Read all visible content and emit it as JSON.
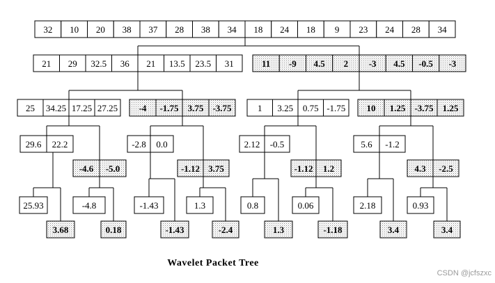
{
  "caption": "Wavelet Packet Tree",
  "watermark": "CSDN @jcfszxc",
  "nodes": [
    {
      "id": "root",
      "shaded": false,
      "values": [
        "32",
        "10",
        "20",
        "38",
        "37",
        "28",
        "38",
        "34",
        "18",
        "24",
        "18",
        "9",
        "23",
        "24",
        "28",
        "34"
      ]
    },
    {
      "id": "L1a",
      "shaded": false,
      "values": [
        "21",
        "29",
        "32.5",
        "36",
        "21",
        "13.5",
        "23.5",
        "31"
      ]
    },
    {
      "id": "L1d",
      "shaded": true,
      "values": [
        "11",
        "-9",
        "4.5",
        "2",
        "-3",
        "4.5",
        "-0.5",
        "-3"
      ]
    },
    {
      "id": "L2aa",
      "shaded": false,
      "values": [
        "25",
        "34.25",
        "17.25",
        "27.25"
      ]
    },
    {
      "id": "L2ad",
      "shaded": true,
      "values": [
        "-4",
        "-1.75",
        "3.75",
        "-3.75"
      ]
    },
    {
      "id": "L2da",
      "shaded": false,
      "values": [
        "1",
        "3.25",
        "0.75",
        "-1.75"
      ]
    },
    {
      "id": "L2dd",
      "shaded": true,
      "values": [
        "10",
        "1.25",
        "-3.75",
        "1.25"
      ]
    },
    {
      "id": "L3a1",
      "shaded": false,
      "values": [
        "29.6",
        "22.2"
      ]
    },
    {
      "id": "L3d1",
      "shaded": true,
      "values": [
        "-4.6",
        "-5.0"
      ]
    },
    {
      "id": "L3a2",
      "shaded": false,
      "values": [
        "-2.8",
        "0.0"
      ]
    },
    {
      "id": "L3d2",
      "shaded": true,
      "values": [
        "-1.12",
        "3.75"
      ]
    },
    {
      "id": "L3a3",
      "shaded": false,
      "values": [
        "2.12",
        "-0.5"
      ]
    },
    {
      "id": "L3d3",
      "shaded": true,
      "values": [
        "-1.12",
        "1.2"
      ]
    },
    {
      "id": "L3a4",
      "shaded": false,
      "values": [
        "5.6",
        "-1.2"
      ]
    },
    {
      "id": "L3d4",
      "shaded": true,
      "values": [
        "4.3",
        "-2.5"
      ]
    },
    {
      "id": "L4a1",
      "shaded": false,
      "values": [
        "25.93"
      ]
    },
    {
      "id": "L4a2",
      "shaded": false,
      "values": [
        "-4.8"
      ]
    },
    {
      "id": "L4a3",
      "shaded": false,
      "values": [
        "-1.43"
      ]
    },
    {
      "id": "L4a4",
      "shaded": false,
      "values": [
        "1.3"
      ]
    },
    {
      "id": "L4a5",
      "shaded": false,
      "values": [
        "0.8"
      ]
    },
    {
      "id": "L4a6",
      "shaded": false,
      "values": [
        "0.06"
      ]
    },
    {
      "id": "L4a7",
      "shaded": false,
      "values": [
        "2.18"
      ]
    },
    {
      "id": "L4a8",
      "shaded": false,
      "values": [
        "0.93"
      ]
    },
    {
      "id": "L4d1",
      "shaded": true,
      "values": [
        "3.68"
      ]
    },
    {
      "id": "L4d2",
      "shaded": true,
      "values": [
        "0.18"
      ]
    },
    {
      "id": "L4d3",
      "shaded": true,
      "values": [
        "-1.43"
      ]
    },
    {
      "id": "L4d4",
      "shaded": true,
      "values": [
        "-2.4"
      ]
    },
    {
      "id": "L4d5",
      "shaded": true,
      "values": [
        "1.3"
      ]
    },
    {
      "id": "L4d6",
      "shaded": true,
      "values": [
        "-1.18"
      ]
    },
    {
      "id": "L4d7",
      "shaded": true,
      "values": [
        "3.4"
      ]
    },
    {
      "id": "L4d8",
      "shaded": true,
      "values": [
        "3.4"
      ]
    }
  ]
}
